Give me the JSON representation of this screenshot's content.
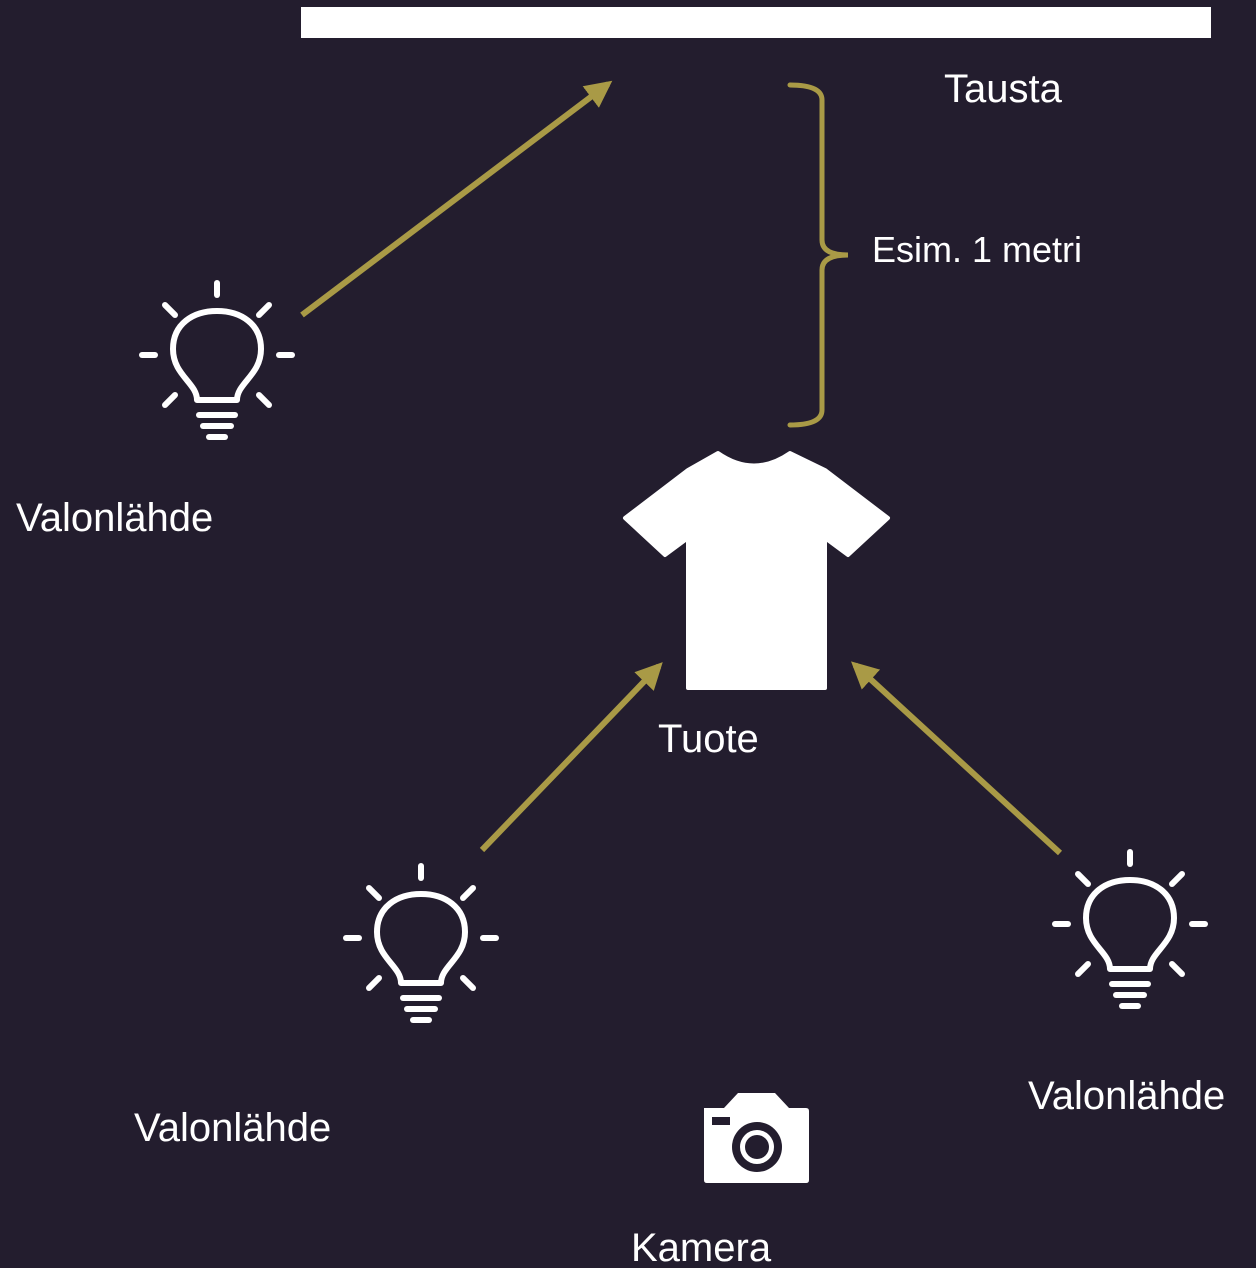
{
  "labels": {
    "background": "Tausta",
    "distance": "Esim. 1 metri",
    "product": "Tuote",
    "light_left": "Valonlähde",
    "light_bottom": "Valonlähde",
    "light_right": "Valonlähde",
    "camera": "Kamera"
  },
  "icons": {
    "light": "lightbulb-icon",
    "product": "tshirt-icon",
    "camera": "camera-icon"
  },
  "colors": {
    "background": "#231d2e",
    "arrow": "#a99a46",
    "backdrop": "#ffffff",
    "icon": "#ffffff",
    "text": "#ffffff"
  }
}
